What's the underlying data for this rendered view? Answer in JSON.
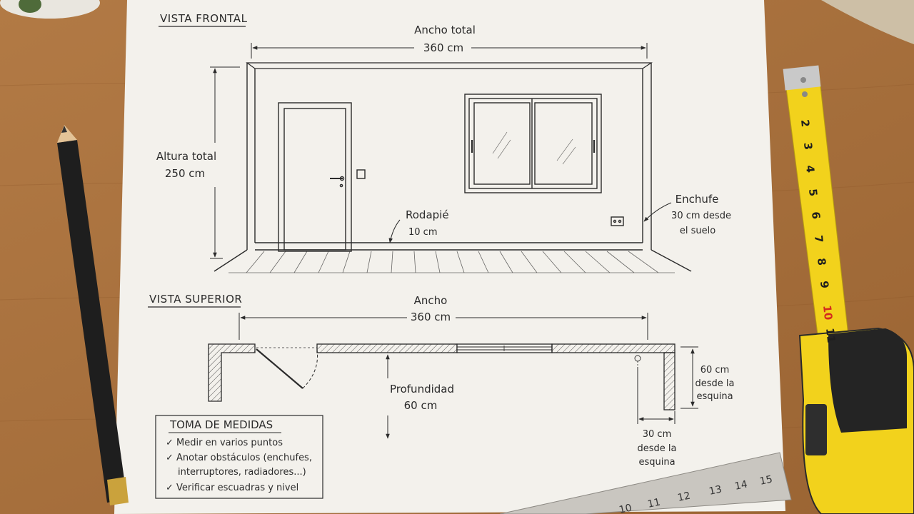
{
  "front_view": {
    "title": "VISTA FRONTAL",
    "width_label": "Ancho total",
    "width_value": "360 cm",
    "height_label": "Altura total",
    "height_value": "250 cm",
    "baseboard_label": "Rodapié",
    "baseboard_value": "10 cm",
    "outlet_label": "Enchufe",
    "outlet_line1": "30 cm desde",
    "outlet_line2": "el suelo"
  },
  "top_view": {
    "title": "VISTA SUPERIOR",
    "width_label": "Ancho",
    "width_value": "360 cm",
    "depth_label": "Profundidad",
    "depth_value": "60 cm",
    "right_dim_value": "60 cm",
    "right_dim_line1": "desde la",
    "right_dim_line2": "esquina",
    "bottom_dim_value": "30 cm",
    "bottom_dim_line1": "desde la",
    "bottom_dim_line2": "esquina"
  },
  "notes": {
    "title": "TOMA DE MEDIDAS",
    "items": [
      "✓ Medir en varios puntos",
      "✓ Anotar obstáculos (enchufes,",
      "interruptores, radiadores...)",
      "✓ Verificar escuadras y nivel"
    ]
  },
  "tape_numbers": [
    "2",
    "3",
    "4",
    "5",
    "6",
    "7",
    "8",
    "9",
    "10",
    "11"
  ],
  "ruler_numbers": [
    "10",
    "11",
    "12",
    "13",
    "14",
    "15"
  ],
  "colors": {
    "wood": "#a8703f",
    "paper": "#f3f1ec",
    "ink": "#2b2b2b",
    "tape_yellow": "#f2d21c",
    "tape_red": "#d32a1e"
  }
}
